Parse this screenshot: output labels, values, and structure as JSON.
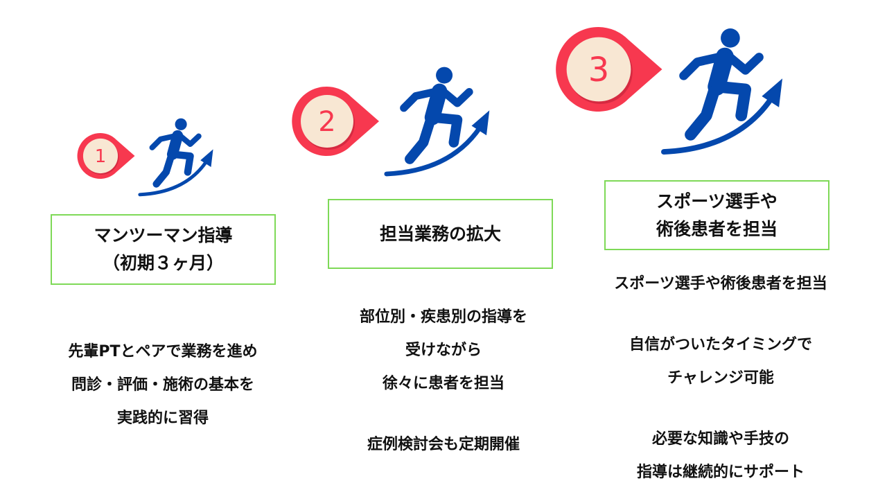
{
  "colors": {
    "badge": "#f7384f",
    "badge_inner": "#f8e7d3",
    "runner": "#0448ad",
    "box_border": "#7ed957"
  },
  "steps": [
    {
      "number": "1",
      "icon": "runner-arrow-icon",
      "title_lines": [
        "マンツーマン指導",
        "（初期３ヶ月）"
      ],
      "body_lines": [
        "先輩PTとペアで業務を進め",
        "問診・評価・施術の基本を",
        "実践的に習得"
      ]
    },
    {
      "number": "2",
      "icon": "runner-arrow-icon",
      "title_lines": [
        "担当業務の拡大"
      ],
      "body_lines": [
        "部位別・疾患別の指導を",
        "受けながら",
        "徐々に患者を担当",
        "症例検討会も定期開催"
      ]
    },
    {
      "number": "3",
      "icon": "runner-arrow-icon",
      "title_lines": [
        "スポーツ選手や",
        "術後患者を担当"
      ],
      "body_lines": [
        "スポーツ選手や術後患者を担当",
        "自信がついたタイミングで",
        "チャレンジ可能",
        "必要な知識や手技の",
        "指導は継続的にサポート"
      ]
    }
  ]
}
